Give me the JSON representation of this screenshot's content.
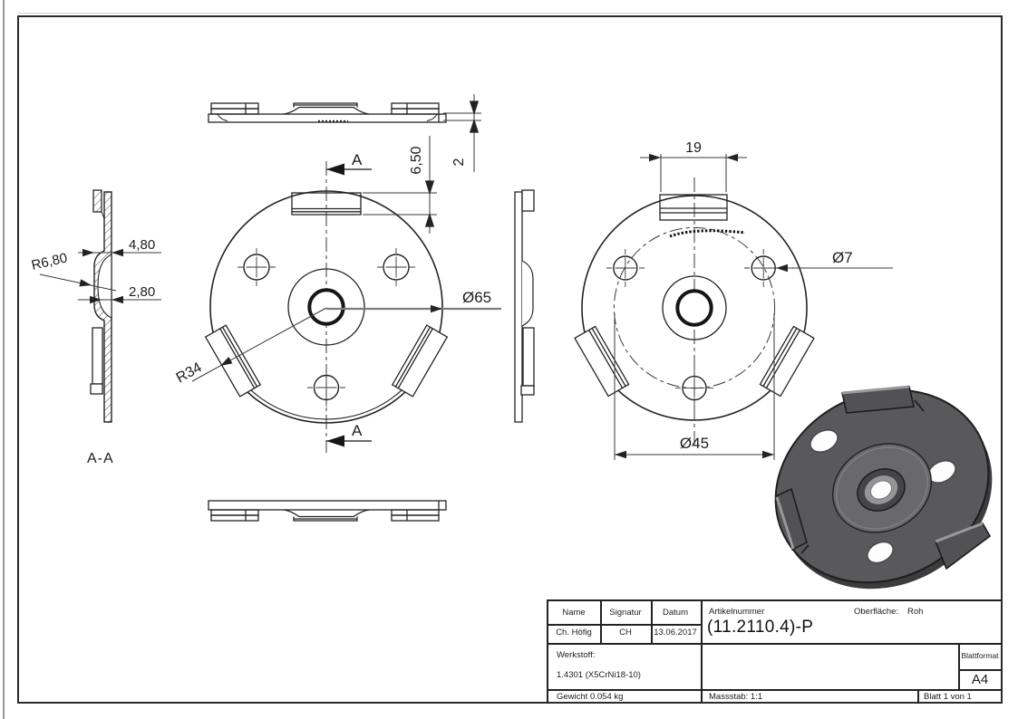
{
  "title_block": {
    "headers": {
      "name": "Name",
      "signatur": "Signatur",
      "datum": "Datum"
    },
    "values": {
      "name": "Ch. Höfig",
      "signatur": "CH",
      "datum": "13.06.2017"
    },
    "artikelnummer_label": "Artikelnummer",
    "artikelnummer": "(11.2110.4)-P",
    "oberflaeche_label": "Oberfläche:",
    "oberflaeche_value": "Roh",
    "werkstoff_label": "Werkstoff:",
    "werkstoff_value": "1.4301 (X5CrNi18-10)",
    "gewicht": "Gewicht 0.054 kg",
    "massstab": "Massstab: 1:1",
    "blatt": "Blatt 1 von 1",
    "blattformat_label": "Blattformat",
    "blattformat_value": "A4"
  },
  "labels": {
    "section": "A-A",
    "cut_top": "A",
    "cut_bottom": "A"
  },
  "dims": {
    "fillet_radius": "R6,80",
    "boss_depth": "4,80",
    "hub_depth": "2,80",
    "outer_dia": "Ø65",
    "tab_radius": "R34",
    "tab_height": "6,50",
    "thickness": "2",
    "tab_width": "19",
    "hole_dia": "Ø7",
    "bolt_circle_dia": "Ø45"
  },
  "colors": {
    "line": "#232323",
    "dim_line": "#3a3a3a",
    "leader_gray": "#7d7d7d",
    "part_body": "#59595b",
    "part_shadow": "#3c3c3e",
    "part_light": "#85858a"
  }
}
